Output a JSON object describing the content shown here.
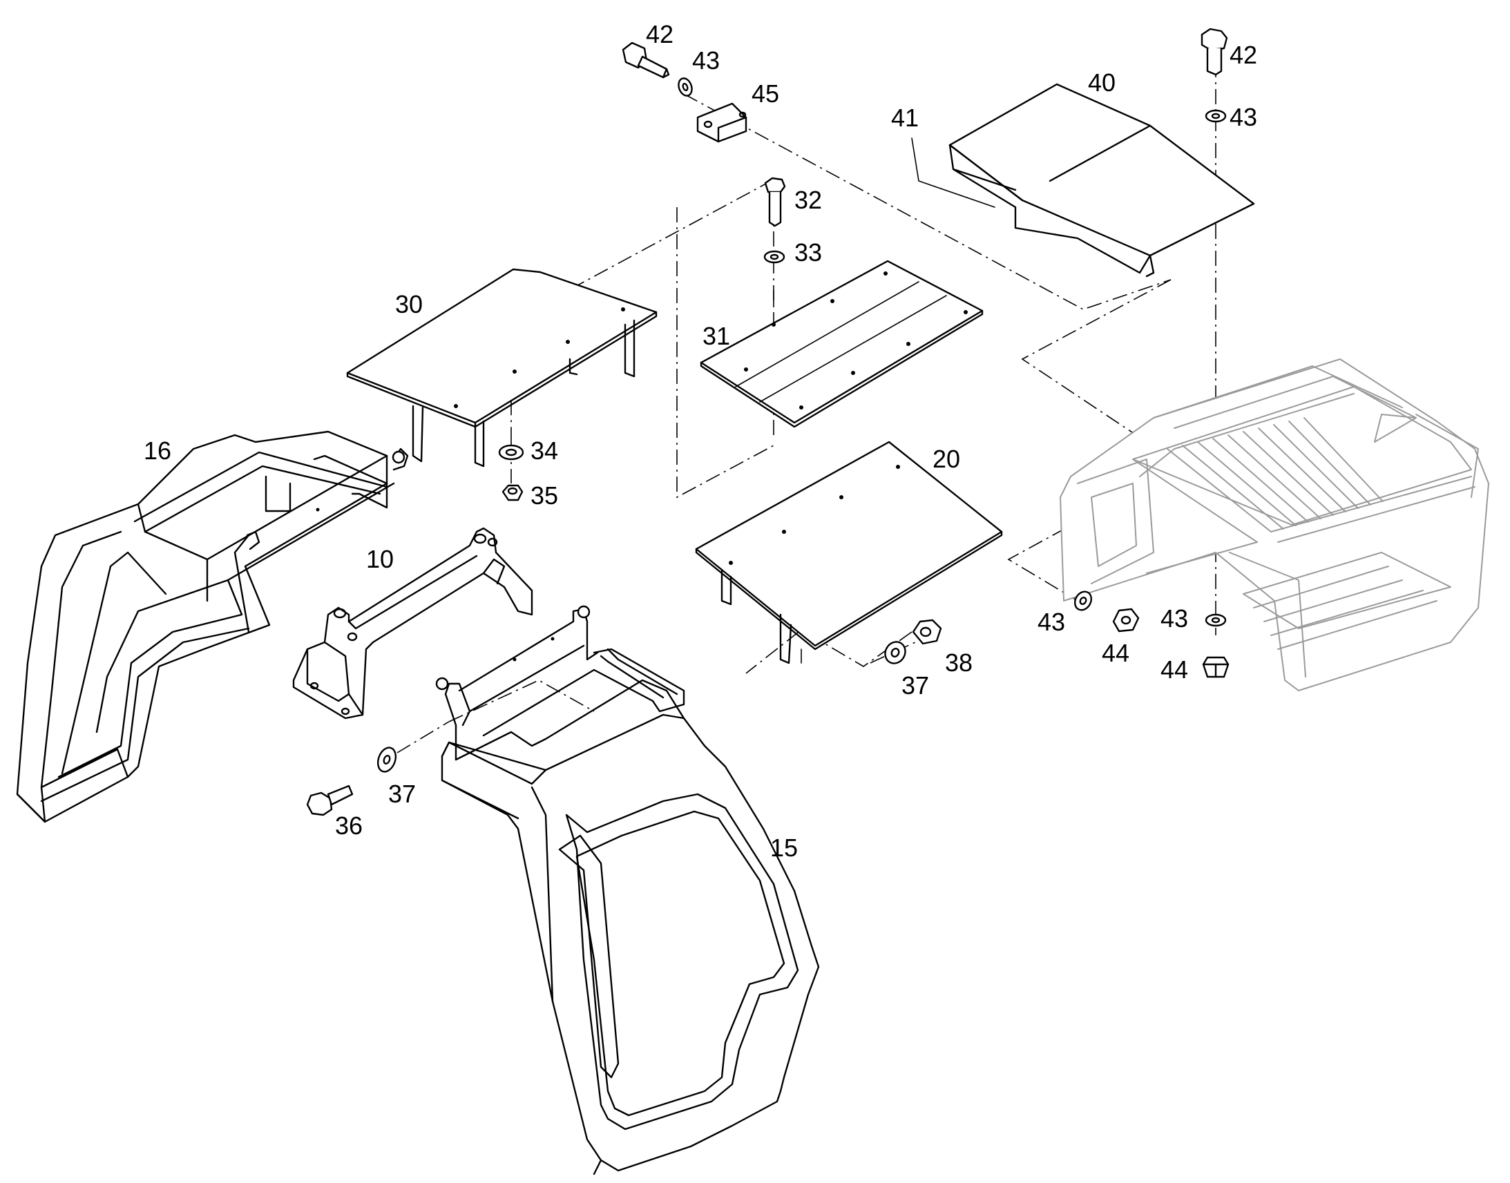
{
  "callouts": [
    {
      "id": "c42a",
      "text": "42"
    },
    {
      "id": "c43a",
      "text": "43"
    },
    {
      "id": "c45",
      "text": "45"
    },
    {
      "id": "c40",
      "text": "40"
    },
    {
      "id": "c41",
      "text": "41"
    },
    {
      "id": "c42b",
      "text": "42"
    },
    {
      "id": "c43b",
      "text": "43"
    },
    {
      "id": "c32",
      "text": "32"
    },
    {
      "id": "c33",
      "text": "33"
    },
    {
      "id": "c30",
      "text": "30"
    },
    {
      "id": "c31",
      "text": "31"
    },
    {
      "id": "c16",
      "text": "16"
    },
    {
      "id": "c34",
      "text": "34"
    },
    {
      "id": "c35",
      "text": "35"
    },
    {
      "id": "c20",
      "text": "20"
    },
    {
      "id": "c10",
      "text": "10"
    },
    {
      "id": "c43c",
      "text": "43"
    },
    {
      "id": "c44a",
      "text": "44"
    },
    {
      "id": "c43d",
      "text": "43"
    },
    {
      "id": "c44b",
      "text": "44"
    },
    {
      "id": "c38",
      "text": "38"
    },
    {
      "id": "c37a",
      "text": "37"
    },
    {
      "id": "c37b",
      "text": "37"
    },
    {
      "id": "c36",
      "text": "36"
    },
    {
      "id": "c15",
      "text": "15"
    }
  ]
}
